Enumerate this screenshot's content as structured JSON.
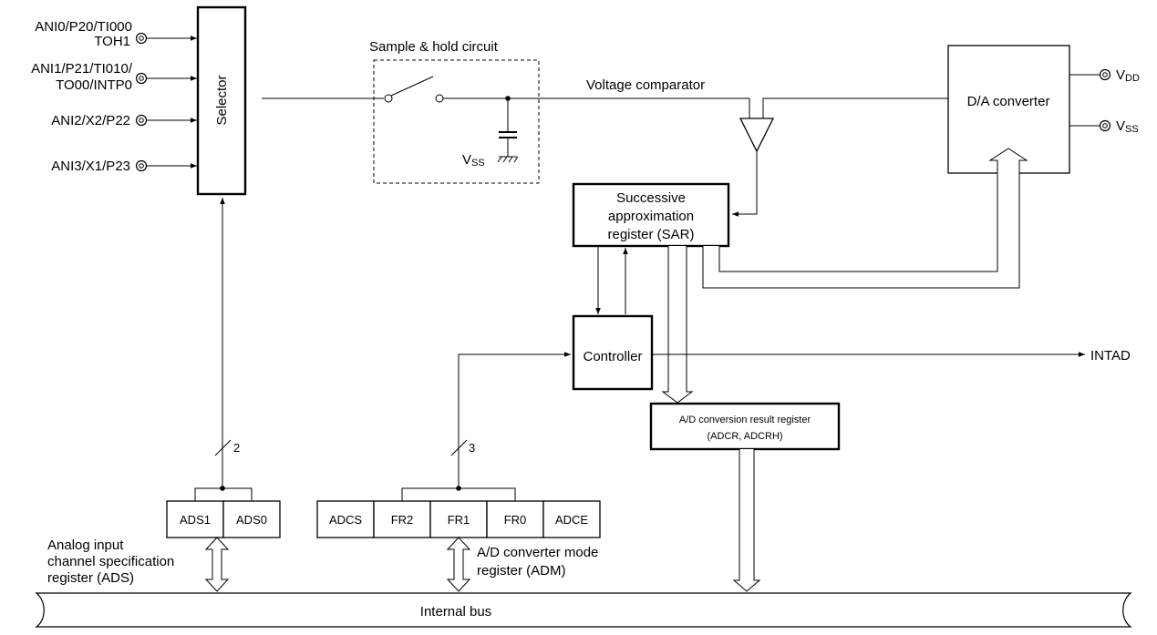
{
  "pins_left": [
    {
      "line1": "ANI0/P20/TI000",
      "line2": "TOH1"
    },
    {
      "line1": "ANI1/P21/TI010/",
      "line2": "TO00/INTP0"
    },
    {
      "line1": "ANI2/X2/P22",
      "line2": ""
    },
    {
      "line1": "ANI3/X1/P23",
      "line2": ""
    }
  ],
  "selector": "Selector",
  "sample_hold": "Sample & hold circuit",
  "vss_cap": {
    "main": "V",
    "sub": "SS"
  },
  "voltage_comparator": "Voltage comparator",
  "dac": "D/A converter",
  "vdd": {
    "main": "V",
    "sub": "DD"
  },
  "vss": {
    "main": "V",
    "sub": "SS"
  },
  "sar": {
    "line1": "Successive",
    "line2": "approximation",
    "line3": "register (SAR)"
  },
  "controller": "Controller",
  "intad": "INTAD",
  "adcr": {
    "line1": "A/D conversion result register",
    "line2": "(ADCR, ADCRH)"
  },
  "ads_bus_width": "2",
  "adm_bus_width": "3",
  "ads_register": {
    "cells": [
      "ADS1",
      "ADS0"
    ],
    "label": [
      "Analog input",
      "channel specification",
      "register (ADS)"
    ]
  },
  "adm_register": {
    "cells": [
      "ADCS",
      "FR2",
      "FR1",
      "FR0",
      "ADCE"
    ],
    "label": [
      "A/D converter mode",
      "register (ADM)"
    ]
  },
  "internal_bus": "Internal bus"
}
